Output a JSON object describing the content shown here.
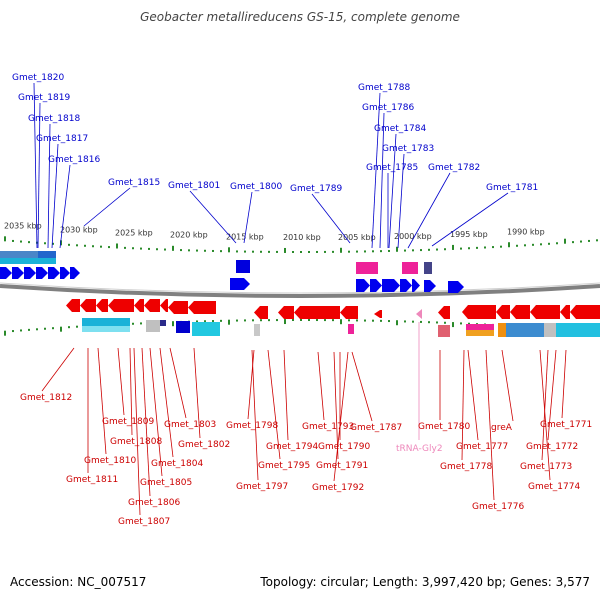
{
  "title": "Geobacter metallireducens GS-15, complete genome",
  "footer": {
    "accession": "Accession: NC_007517",
    "topology": "Topology: circular; Length: 3,997,420 bp; Genes: 3,577"
  },
  "colors": {
    "forward_label": "#0000cc",
    "reverse_label": "#cc0000",
    "trna_label": "#ee88bb",
    "tick": "#2a8a2a",
    "backbone": "#808080"
  },
  "scale_ticks": [
    "2035 kbp",
    "2030 kbp",
    "2025 kbp",
    "2020 kbp",
    "2015 kbp",
    "2010 kbp",
    "2005 kbp",
    "2000 kbp",
    "1995 kbp",
    "1990 kbp"
  ],
  "forward_labels": [
    "Gmet_1820",
    "Gmet_1819",
    "Gmet_1818",
    "Gmet_1817",
    "Gmet_1816",
    "Gmet_1815",
    "Gmet_1801",
    "Gmet_1800",
    "Gmet_1789",
    "Gmet_1788",
    "Gmet_1786",
    "Gmet_1784",
    "Gmet_1783",
    "Gmet_1785",
    "Gmet_1782",
    "Gmet_1781"
  ],
  "reverse_labels": [
    "Gmet_1812",
    "Gmet_1809",
    "Gmet_1808",
    "Gmet_1810",
    "Gmet_1811",
    "Gmet_1803",
    "Gmet_1802",
    "Gmet_1804",
    "Gmet_1805",
    "Gmet_1806",
    "Gmet_1807",
    "Gmet_1798",
    "Gmet_1794",
    "Gmet_1795",
    "Gmet_1797",
    "Gmet_1793",
    "Gmet_1790",
    "Gmet_1791",
    "Gmet_1792",
    "Gmet_1787",
    "Gmet_1780",
    "Gmet_1777",
    "Gmet_1778",
    "greA",
    "Gmet_1776",
    "Gmet_1774",
    "Gmet_1773",
    "Gmet_1772",
    "Gmet_1771"
  ],
  "trna_labels": [
    "tRNA-Gly2"
  ]
}
